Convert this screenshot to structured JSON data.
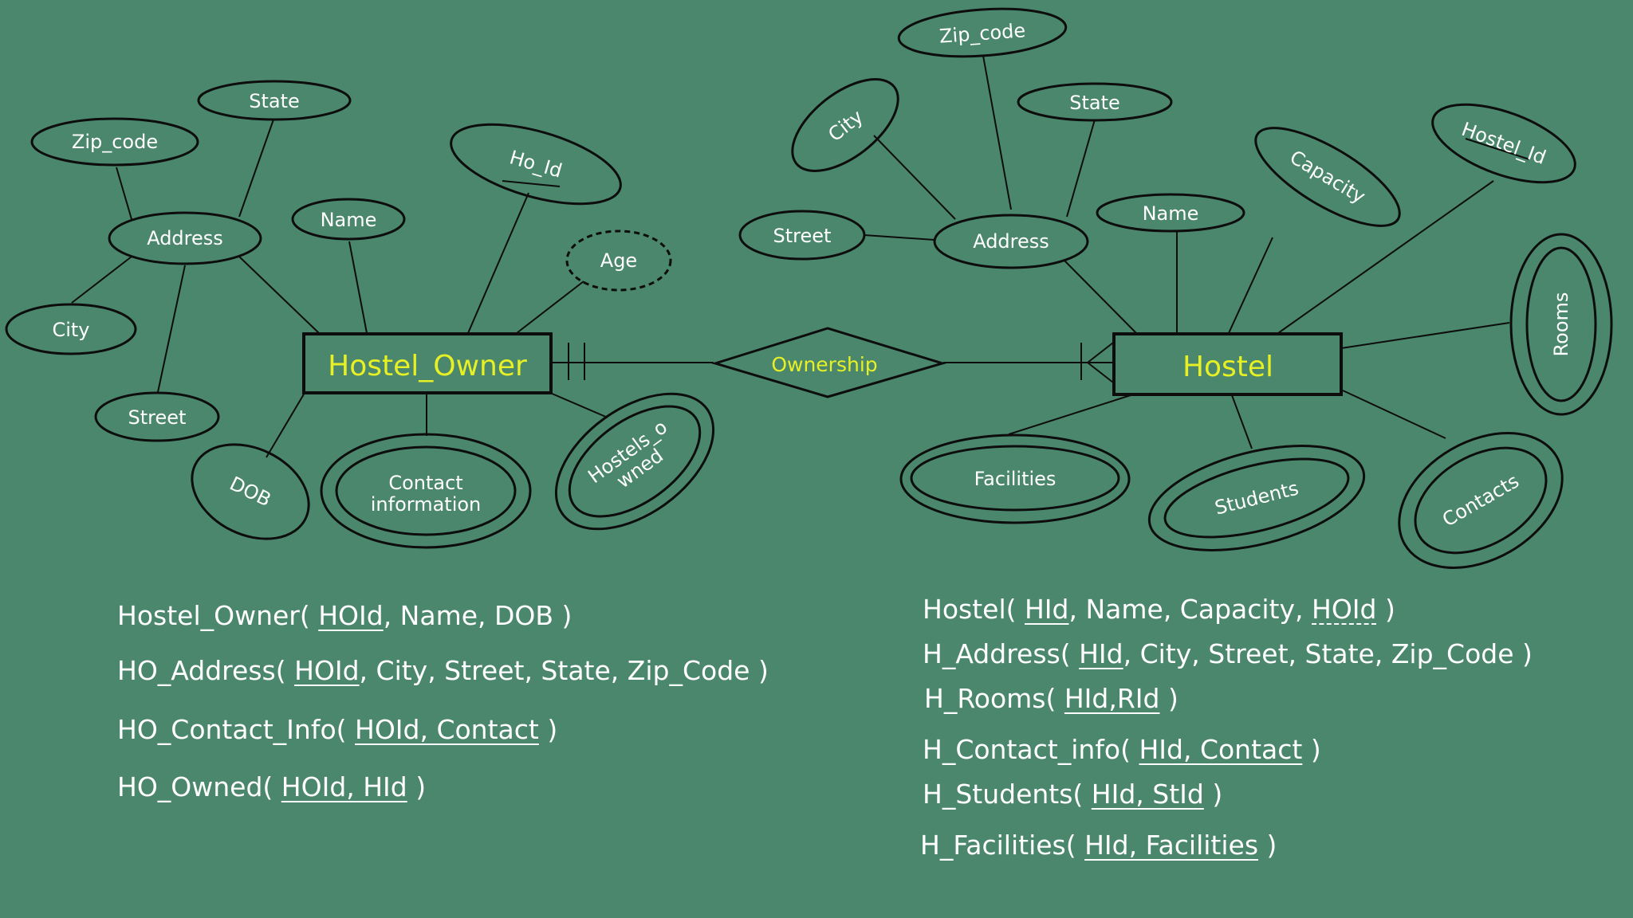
{
  "colors": {
    "background": "#4b876d",
    "line": "#0d0d0d",
    "entity_text": "#e6f024",
    "attribute_text": "#ffffff"
  },
  "diagram": {
    "entities": [
      {
        "id": "hostel_owner",
        "label": "Hostel_Owner"
      },
      {
        "id": "hostel",
        "label": "Hostel"
      }
    ],
    "relationship": {
      "label": "Ownership"
    },
    "owner_attributes": {
      "state": "State",
      "zip_code": "Zip_code",
      "address": "Address",
      "city": "City",
      "street": "Street",
      "name": "Name",
      "ho_id": "Ho_Id",
      "age": "Age",
      "dob": "DOB",
      "contact_line1": "Contact",
      "contact_line2": "information",
      "hostels_owned_line1": "Hostels_o",
      "hostels_owned_line2": "wned"
    },
    "hostel_attributes": {
      "zip_code": "Zip_code",
      "city": "City",
      "state": "State",
      "street": "Street",
      "address": "Address",
      "name": "Name",
      "capacity": "Capacity",
      "hostel_id": "Hostel_Id",
      "rooms": "Rooms",
      "facilities": "Facilities",
      "students": "Students",
      "contacts": "Contacts"
    }
  },
  "schema_left": [
    {
      "pre": "Hostel_Owner( ",
      "k": "HOId",
      "post": ", Name, DOB )"
    },
    {
      "pre": "HO_Address( ",
      "k": "HOId",
      "post": ", City, Street, State, Zip_Code )"
    },
    {
      "pre": "HO_Contact_Info( ",
      "k": "HOId, Contact",
      "post": " )"
    },
    {
      "pre": "HO_Owned( ",
      "k": "HOId, HId",
      "post": "  )"
    }
  ],
  "schema_right": [
    {
      "pre": "Hostel( ",
      "k": "HId",
      "mid": ", Name, Capacity, ",
      "fk": "HOId",
      "post": " )"
    },
    {
      "pre": "H_Address( ",
      "k": "HId",
      "post": ", City, Street, State, Zip_Code )"
    },
    {
      "pre": "H_Rooms( ",
      "k": "HId,RId",
      "post": " )"
    },
    {
      "pre": "H_Contact_info( ",
      "k": "HId, Contact",
      "post": " )"
    },
    {
      "pre": "H_Students( ",
      "k": "HId, StId",
      "post": " )"
    },
    {
      "pre": "H_Facilities( ",
      "k": "HId, Facilities",
      "post": " )"
    }
  ]
}
